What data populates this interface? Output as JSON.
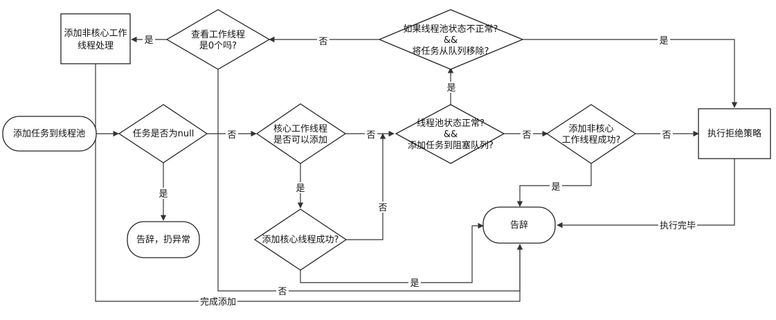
{
  "nodes": {
    "start": "添加任务到线程池",
    "is_null_q": "任务是否为null",
    "farewell_throw": "告辞，扔异常",
    "core_can_add_q": [
      "核心工作线程",
      "是否可以添加"
    ],
    "add_core_success_q": "添加核心线程成功?",
    "pool_running_q": [
      "线程池状态正常?",
      "&&",
      "添加任务到阻塞队列?"
    ],
    "pool_abnormal_q": [
      "如果线程池状态不正常?",
      "&&",
      "将任务从队列移除?"
    ],
    "check_zero_q": [
      "查看工作线程",
      "是0个吗?"
    ],
    "add_noncore_box": [
      "添加非核心工作",
      "线程处理"
    ],
    "add_noncore_success_q": [
      "添加非核心",
      "工作线程成功?"
    ],
    "reject": "执行拒绝策略",
    "farewell": "告辞"
  },
  "labels": {
    "yes": "是",
    "no": "否",
    "done_exec": "执行完毕",
    "done_add": "完成添加"
  }
}
